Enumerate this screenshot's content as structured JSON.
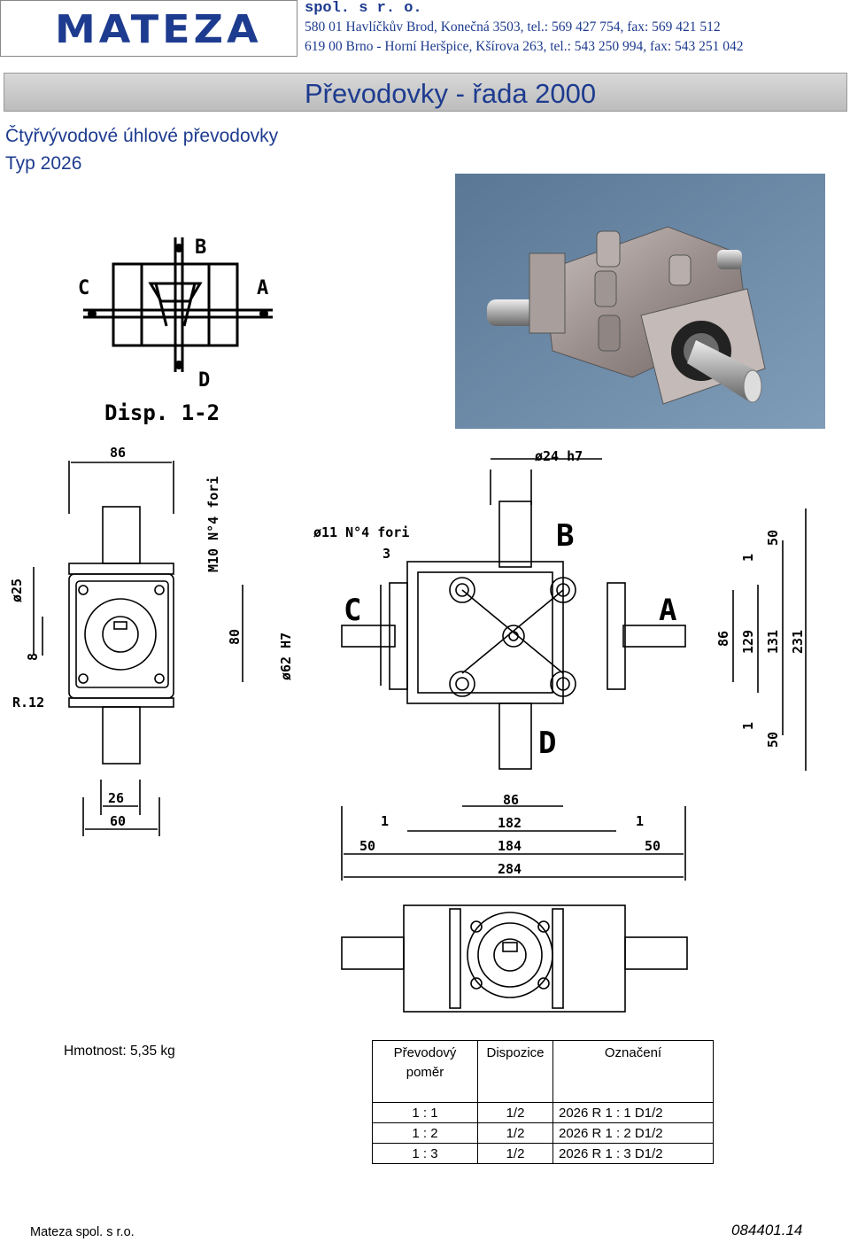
{
  "header": {
    "logo": "MATEZA",
    "company": "spol. s r. o.",
    "address1": "580 01 Havlíčkův Brod, Konečná 3503, tel.: 569 427 754, fax: 569 421 512",
    "address2": "619 00 Brno - Horní Heršpice, Kšírova 263, tel.: 543 250 994, fax: 543 251 042"
  },
  "title": "Převodovky - řada 2000",
  "subtitle1": "Čtyřvývodové úhlové převodovky",
  "subtitle2": "Typ 2026",
  "diagram": {
    "disp_label": "Disp. 1-2",
    "ports": [
      "A",
      "B",
      "C",
      "D"
    ],
    "dims_side": [
      "86",
      "M10 N°4 fori",
      "ø25",
      "8",
      "80",
      "R.12",
      "26",
      "60"
    ],
    "dims_front": [
      "ø24 h7",
      "ø11 N°4 fori",
      "3",
      "ø62 H7",
      "1",
      "50",
      "86",
      "129",
      "131",
      "231",
      "1",
      "50",
      "86",
      "1",
      "182",
      "1",
      "50",
      "184",
      "50",
      "284"
    ]
  },
  "weight": "Hmotnost: 5,35 kg",
  "table": {
    "headers": [
      "Převodový poměr",
      "Dispozice",
      "Označení"
    ],
    "rows": [
      [
        "1 : 1",
        "1/2",
        "2026 R 1 : 1  D1/2"
      ],
      [
        "1 : 2",
        "1/2",
        "2026 R 1 : 2  D1/2"
      ],
      [
        "1 : 3",
        "1/2",
        "2026 R 1 : 3  D1/2"
      ]
    ]
  },
  "footer": {
    "left": "Mateza spol. s r.o.",
    "right": "084401.14"
  }
}
